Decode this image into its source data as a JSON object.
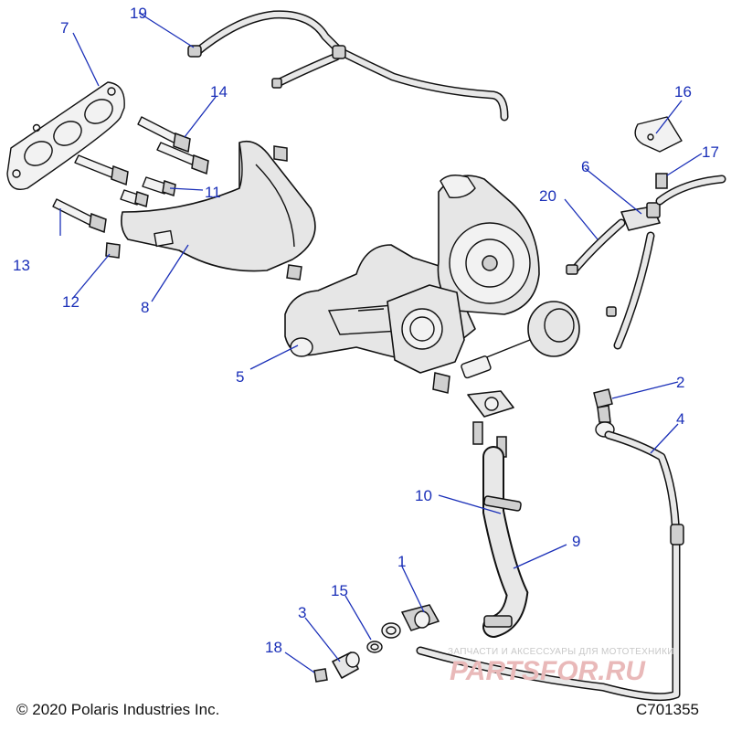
{
  "callouts": [
    {
      "label": "1"
    },
    {
      "label": "2"
    },
    {
      "label": "3"
    },
    {
      "label": "4"
    },
    {
      "label": "5"
    },
    {
      "label": "6"
    },
    {
      "label": "7"
    },
    {
      "label": "8"
    },
    {
      "label": "9"
    },
    {
      "label": "10"
    },
    {
      "label": "11"
    },
    {
      "label": "12"
    },
    {
      "label": "13"
    },
    {
      "label": "14"
    },
    {
      "label": "15"
    },
    {
      "label": "16"
    },
    {
      "label": "17"
    },
    {
      "label": "18"
    },
    {
      "label": "19"
    },
    {
      "label": "20"
    }
  ],
  "footer": {
    "copyright": "© 2020 Polaris Industries Inc.",
    "diagram_code": "C701355"
  },
  "watermark": {
    "tagline": "ЗАПЧАСТИ И АКСЕССУАРЫ ДЛЯ МОТОТЕХНИКИ",
    "brand": "PARTSFOR.RU"
  },
  "colors": {
    "callout": "#1a2fb8",
    "watermark_brand": "#e9b9b9"
  }
}
